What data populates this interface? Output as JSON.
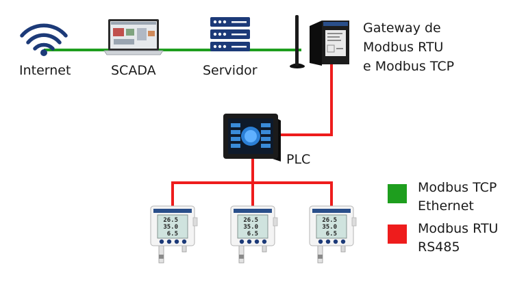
{
  "nodes": {
    "internet": {
      "label": "Internet",
      "icon": "wifi-icon"
    },
    "scada": {
      "label": "SCADA",
      "icon": "laptop-icon"
    },
    "servidor": {
      "label": "Servidor",
      "icon": "server-icon"
    },
    "gateway": {
      "label_lines": [
        "Gateway de",
        "Modbus RTU",
        "e Modbus TCP"
      ],
      "icon": "gateway-router-icon"
    },
    "plc": {
      "label": "PLC",
      "icon": "plc-hmi-icon"
    },
    "sensors": [
      {
        "icon": "temperature-humidity-sensor-icon",
        "readings": [
          "26.5",
          "35.0",
          "6.5"
        ]
      },
      {
        "icon": "temperature-humidity-sensor-icon",
        "readings": [
          "26.5",
          "35.0",
          "6.5"
        ]
      },
      {
        "icon": "temperature-humidity-sensor-icon",
        "readings": [
          "26.5",
          "35.0",
          "6.5"
        ]
      }
    ]
  },
  "legend": [
    {
      "color": "#1e9e1e",
      "lines": [
        "Modbus TCP",
        "Ethernet"
      ]
    },
    {
      "color": "#ee1c1c",
      "lines": [
        "Modbus RTU",
        "RS485"
      ]
    }
  ],
  "colors": {
    "tcp_line": "#1e9e1e",
    "rtu_line": "#ee1c1c",
    "icon_blue": "#1c3a78"
  }
}
